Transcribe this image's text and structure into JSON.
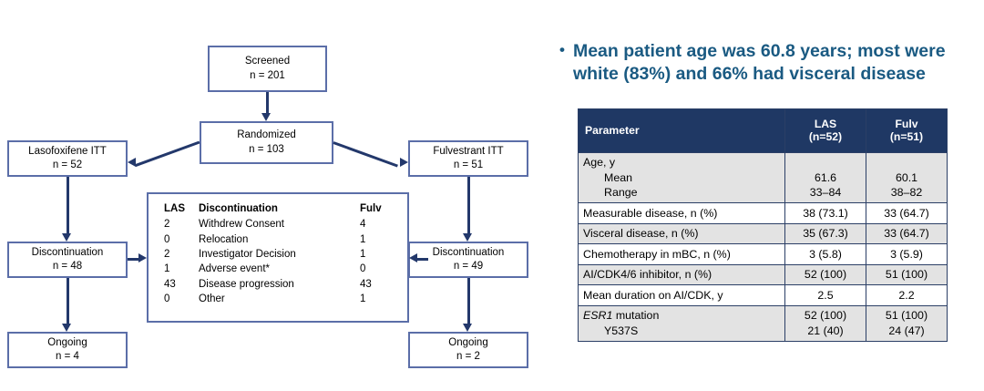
{
  "colors": {
    "box_border": "#5b6ea8",
    "connector": "#23386b",
    "table_header_bg": "#1f3864",
    "table_header_text": "#ffffff",
    "row_shade": "#e3e3e3",
    "bullet_text": "#1a5a82"
  },
  "flowchart": {
    "screened": {
      "label": "Screened",
      "n": "n = 201"
    },
    "randomized": {
      "label": "Randomized",
      "n": "n = 103"
    },
    "las_itt": {
      "label": "Lasofoxifene ITT",
      "n": "n = 52"
    },
    "fulv_itt": {
      "label": "Fulvestrant ITT",
      "n": "n = 51"
    },
    "las_discont": {
      "label": "Discontinuation",
      "n": "n = 48"
    },
    "fulv_discont": {
      "label": "Discontinuation",
      "n": "n = 49"
    },
    "las_ongoing": {
      "label": "Ongoing",
      "n": "n = 4"
    },
    "fulv_ongoing": {
      "label": "Ongoing",
      "n": "n = 2"
    }
  },
  "discontinuation_detail": {
    "headers": {
      "las": "LAS",
      "reason": "Discontinuation",
      "fulv": "Fulv"
    },
    "rows": [
      {
        "las": "2",
        "reason": "Withdrew Consent",
        "fulv": "4"
      },
      {
        "las": "0",
        "reason": "Relocation",
        "fulv": "1"
      },
      {
        "las": "2",
        "reason": "Investigator Decision",
        "fulv": "1"
      },
      {
        "las": "1",
        "reason": "Adverse event*",
        "fulv": "0"
      },
      {
        "las": "43",
        "reason": "Disease progression",
        "fulv": "43"
      },
      {
        "las": "0",
        "reason": "Other",
        "fulv": "1"
      }
    ]
  },
  "bullet": {
    "marker": "•",
    "text": "Mean patient age was 60.8 years; most were white (83%) and 66% had visceral disease"
  },
  "param_table": {
    "headers": {
      "parameter": "Parameter",
      "las_line1": "LAS",
      "las_line2": "(n=52)",
      "fulv_line1": "Fulv",
      "fulv_line2": "(n=51)"
    },
    "rows": [
      {
        "group": "Age, y",
        "sublines": [
          {
            "label": "Mean",
            "las": "61.6",
            "fulv": "60.1"
          },
          {
            "label": "Range",
            "las": "33–84",
            "fulv": "38–82"
          }
        ]
      },
      {
        "label": "Measurable disease, n (%)",
        "las": "38 (73.1)",
        "fulv": "33 (64.7)"
      },
      {
        "label": "Visceral disease, n (%)",
        "las": "35 (67.3)",
        "fulv": "33 (64.7)"
      },
      {
        "label": "Chemotherapy in mBC, n (%)",
        "las": "3 (5.8)",
        "fulv": "3 (5.9)"
      },
      {
        "label": "AI/CDK4/6 inhibitor, n (%)",
        "las": "52 (100)",
        "fulv": "51 (100)"
      },
      {
        "label": "Mean duration on AI/CDK, y",
        "las": "2.5",
        "fulv": "2.2"
      },
      {
        "group_italic_prefix": "ESR1",
        "group_rest": " mutation",
        "group_las": "52 (100)",
        "group_fulv": "51 (100)",
        "sublines": [
          {
            "label": "Y537S",
            "las": "21 (40)",
            "fulv": "24 (47)"
          }
        ]
      }
    ]
  }
}
